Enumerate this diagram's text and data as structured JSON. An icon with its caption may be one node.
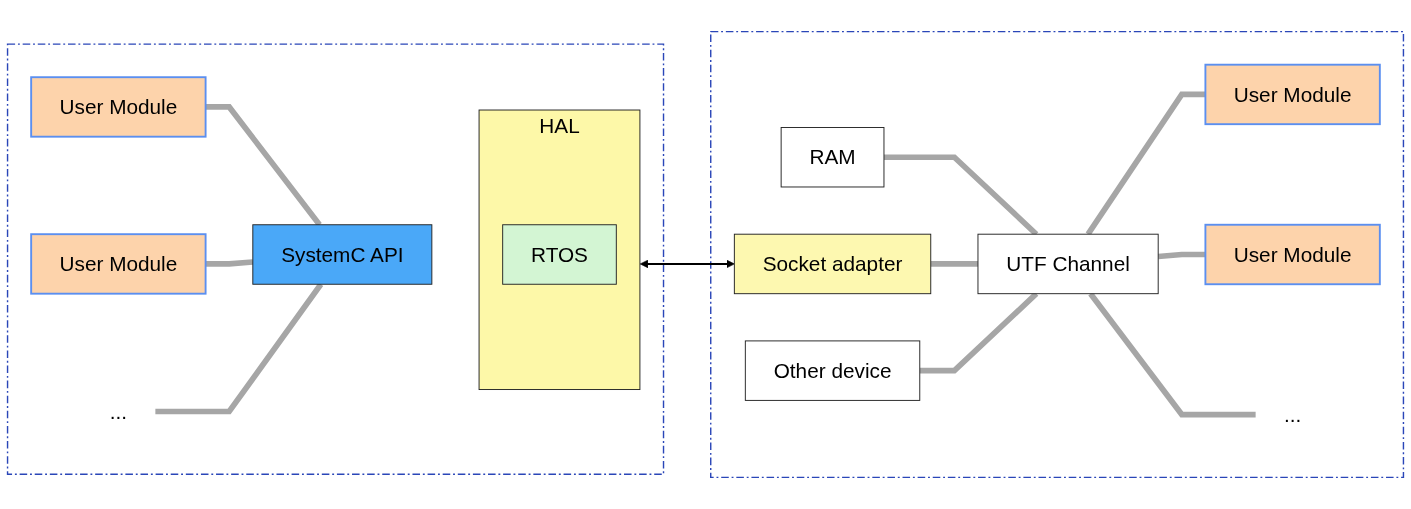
{
  "diagram": {
    "nodes": [
      {
        "text": [],
        "shape": "box"
      },
      {
        "text": [
          "User Module"
        ],
        "in": 0
      },
      {
        "text": [
          "User Module"
        ],
        "in": 0
      },
      {
        "text": [
          "..."
        ],
        "in": 0
      },
      {
        "text": [
          "SystemC API"
        ],
        "in": 0
      },
      {
        "text": [
          "HAL"
        ],
        "in": 0
      },
      {
        "text": [
          "RTOS"
        ],
        "in": 5
      },
      {
        "text": [],
        "shape": "box"
      },
      {
        "text": [
          "RAM"
        ],
        "in": 7
      },
      {
        "text": [
          "Socket adapter"
        ],
        "in": 7
      },
      {
        "text": [
          "Other device"
        ],
        "in": 7
      },
      {
        "text": [
          "UTF Channel"
        ],
        "in": 7
      },
      {
        "text": [
          "User Module"
        ],
        "in": 7
      },
      {
        "text": [
          "User Module"
        ],
        "in": 7
      },
      {
        "text": [
          "..."
        ],
        "in": 7
      }
    ],
    "edges": [
      {
        "from": 1,
        "to": 4,
        "arrow": "none"
      },
      {
        "from": 2,
        "to": 4,
        "arrow": "none"
      },
      {
        "from": 3,
        "to": 4,
        "arrow": "none"
      },
      {
        "from": 5,
        "to": 9,
        "arrow": "both",
        "color": "#000000"
      },
      {
        "from": 8,
        "to": 11,
        "arrow": "none"
      },
      {
        "from": 9,
        "to": 11,
        "arrow": "none"
      },
      {
        "from": 10,
        "to": 11,
        "arrow": "none"
      },
      {
        "from": 11,
        "to": 12,
        "arrow": "none"
      },
      {
        "from": 11,
        "to": 13,
        "arrow": "none"
      },
      {
        "from": 11,
        "to": 14,
        "arrow": "none"
      }
    ]
  }
}
